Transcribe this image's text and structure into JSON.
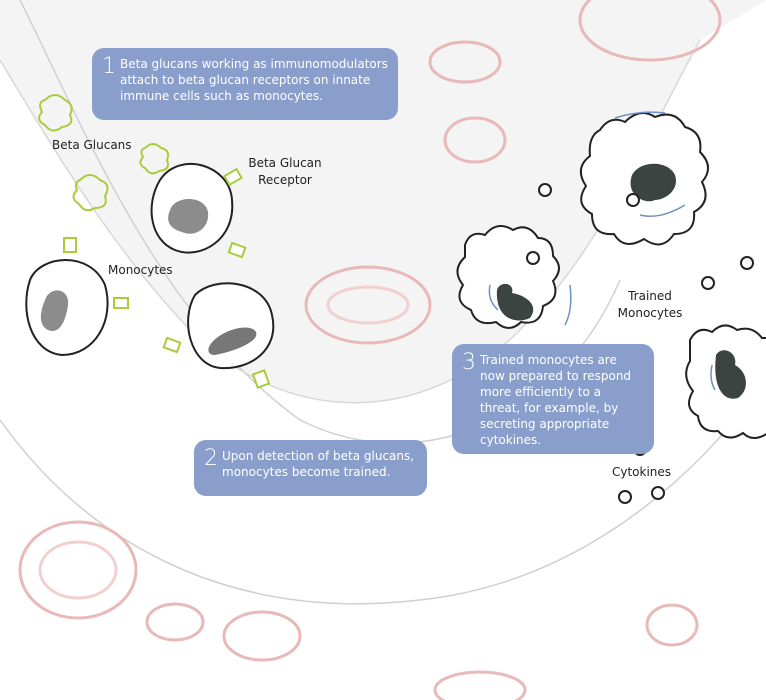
{
  "steps": [
    {
      "number": "1",
      "text": "Beta glucans working as immunomodulators attach to beta glucan receptors on innate immune cells such as monocytes."
    },
    {
      "number": "2",
      "text": "Upon detection of beta glucans, monocytes become trained."
    },
    {
      "number": "3",
      "text": "Trained monocytes are now prepared to respond more efficiently to a threat, for example, by secreting appropriate cytokines."
    }
  ],
  "labels": {
    "beta_glucans": "Beta Glucans",
    "beta_glucan_receptor": "Beta Glucan Receptor",
    "monocytes": "Monocytes",
    "trained_monocytes": "Trained Monocytes",
    "cytokines": "Cytokines"
  },
  "colors": {
    "step_box": "#8a9ecb",
    "beta_glucan": "#a8cc3c",
    "red_cell": "#e9b8b8",
    "nucleus": "#3c4442",
    "membrane_line": "#6f8fc8"
  }
}
